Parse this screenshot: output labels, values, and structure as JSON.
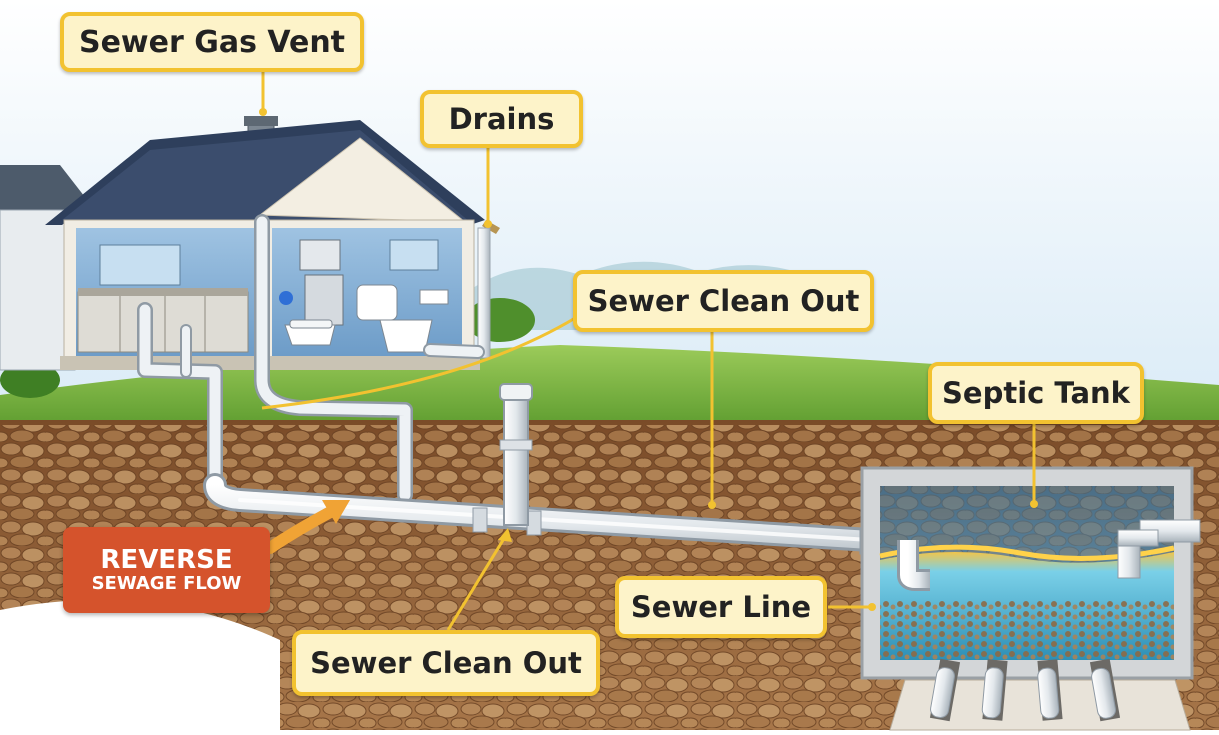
{
  "callouts": {
    "gas_vent": "Sewer Gas Vent",
    "drains": "Drains",
    "clean_out_top": "Sewer Clean Out",
    "septic_tank": "Septic Tank",
    "sewer_line": "Sewer Line",
    "clean_out_bottom": "Sewer Clean Out"
  },
  "warning": {
    "line1": "REVERSE",
    "line2": "SEWAGE FLOW"
  },
  "colors": {
    "callout_fill": "#fdf3c9",
    "callout_border": "#f2c230",
    "warning_fill": "#d5532c",
    "flow_arrow": "#f0a335",
    "pipe": "#e6eaee",
    "soil": "#8a5a33",
    "grass": "#6fae3c",
    "water": "#3fb2d8",
    "roof": "#2e3f5c"
  }
}
